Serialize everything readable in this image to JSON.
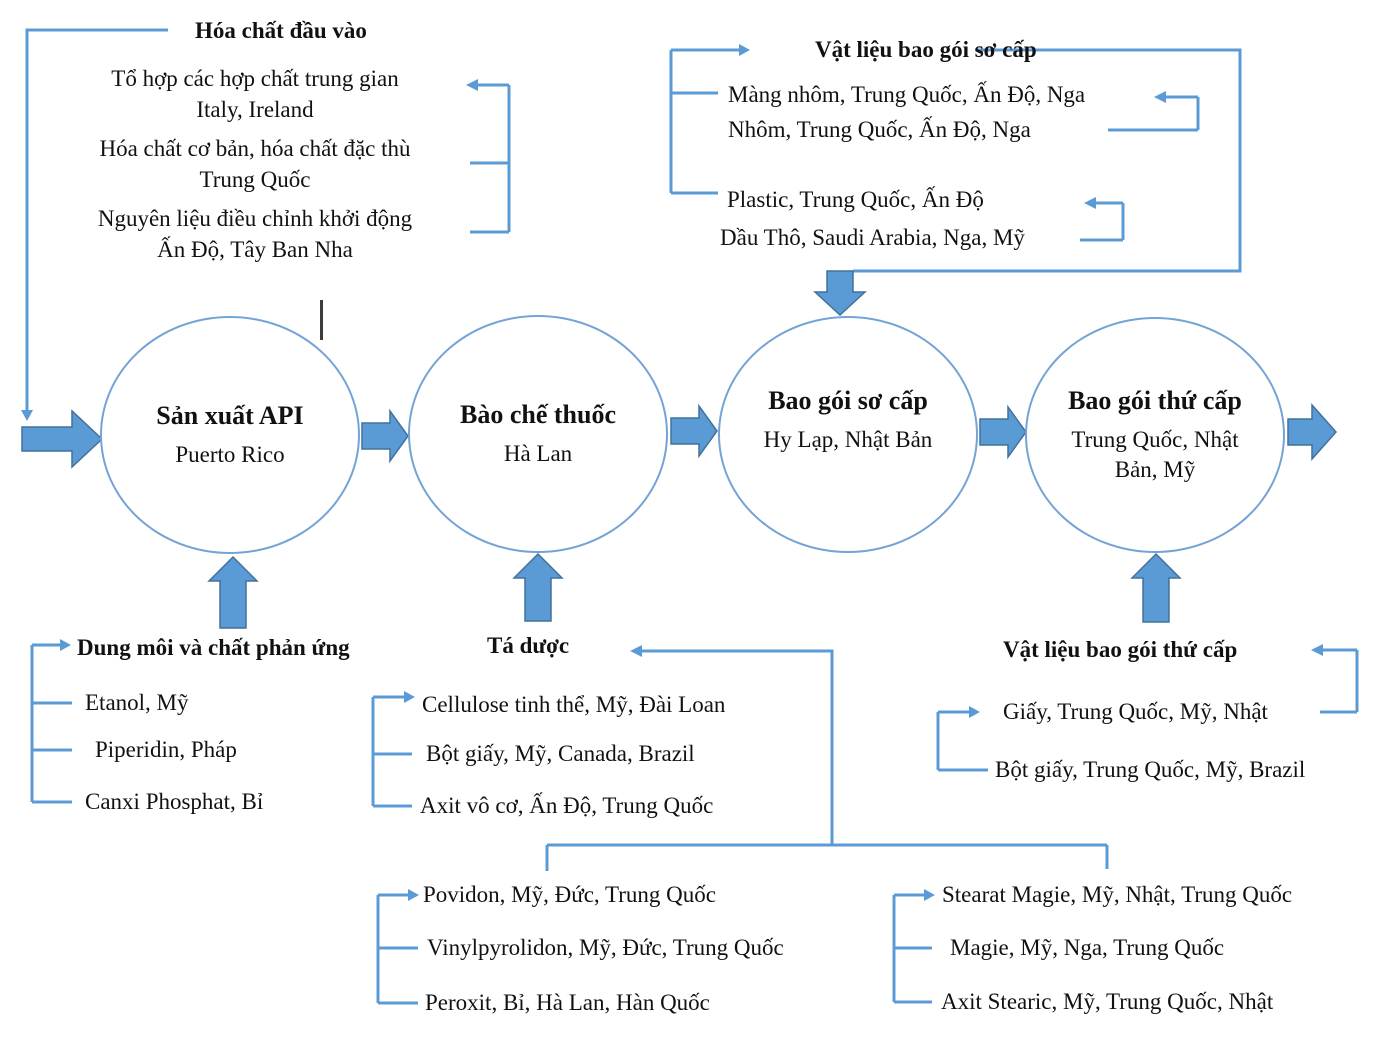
{
  "colors": {
    "accent_blue": "#5b9bd5",
    "arrow_border": "#41719c",
    "circle_border": "#74a3d5"
  },
  "input_chemicals": {
    "title": "Hóa chất đầu vào",
    "items": [
      {
        "name": "Tổ hợp các hợp chất trung gian",
        "origins": "Italy, Ireland"
      },
      {
        "name": "Hóa chất cơ bản, hóa chất đặc thù",
        "origins": "Trung Quốc"
      },
      {
        "name": "Nguyên liệu điều chỉnh khởi động",
        "origins": "Ấn Độ, Tây Ban Nha"
      }
    ]
  },
  "primary_packaging": {
    "title": "Vật liệu bao gói sơ cấp",
    "items": [
      "Màng nhôm, Trung Quốc, Ấn Độ, Nga",
      "Nhôm, Trung Quốc, Ấn Độ, Nga",
      "Plastic, Trung Quốc, Ấn Độ",
      "Dầu Thô, Saudi Arabia, Nga, Mỹ"
    ]
  },
  "stages": [
    {
      "title": "Sản xuất API",
      "location": "Puerto Rico"
    },
    {
      "title": "Bào chế thuốc",
      "location": "Hà Lan"
    },
    {
      "title": "Bao gói sơ cấp",
      "location": "Hy Lạp, Nhật Bản"
    },
    {
      "title": "Bao gói thứ cấp",
      "location": "Trung Quốc, Nhật Bản, Mỹ"
    }
  ],
  "solvents": {
    "title": "Dung môi và chất phản ứng",
    "items": [
      "Etanol, Mỹ",
      "Piperidin, Pháp",
      "Canxi Phosphat, Bỉ"
    ]
  },
  "excipients": {
    "title": "Tá dược",
    "items": [
      "Cellulose tinh thể, Mỹ, Đài Loan",
      "Bột giấy, Mỹ, Canada, Brazil",
      "Axit vô cơ, Ấn Độ, Trung Quốc"
    ]
  },
  "secondary_packaging": {
    "title": "Vật liệu bao gói thứ cấp",
    "items": [
      "Giấy, Trung Quốc, Mỹ, Nhật",
      "Bột giấy, Trung Quốc, Mỹ, Brazil"
    ]
  },
  "excipients_extra_left": [
    "Povidon, Mỹ, Đức, Trung Quốc",
    "Vinylpyrolidon, Mỹ, Đức, Trung Quốc",
    "Peroxit, Bỉ, Hà Lan, Hàn Quốc"
  ],
  "excipients_extra_right": [
    "Stearat Magie, Mỹ, Nhật, Trung Quốc",
    "Magie, Mỹ, Nga, Trung Quốc",
    "Axit Stearic, Mỹ, Trung Quốc, Nhật"
  ]
}
